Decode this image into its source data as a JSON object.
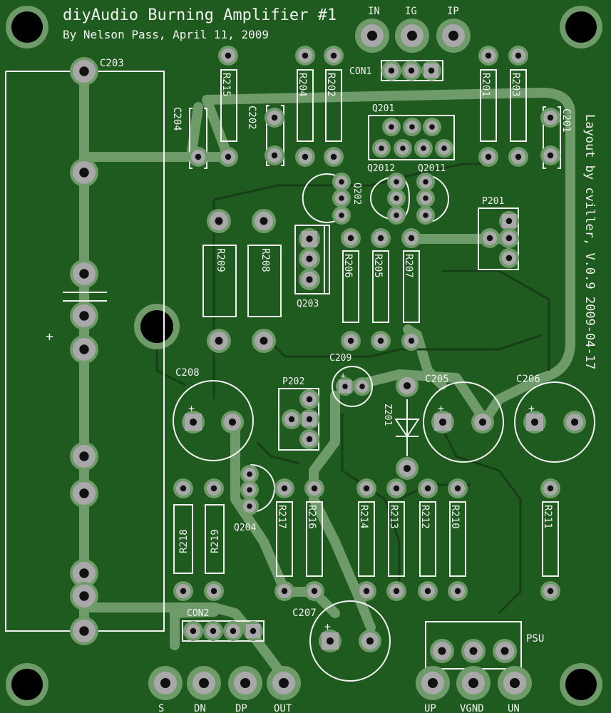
{
  "board": {
    "title": "diyAudio Burning Amplifier #1",
    "subtitle": "By Nelson Pass, April 11, 2009",
    "layout_credit": "Layout by cviller, V.0.9 2009-04-17",
    "colors": {
      "substrate": "#1f5a1f",
      "copper": "#6f9a6a",
      "silkscreen": "#f2f2f2",
      "pad": "#a8a8a8",
      "hole": "#000000"
    }
  },
  "connectors": {
    "top": [
      "IN",
      "IG",
      "IP"
    ],
    "bottom_left": [
      "S",
      "DN",
      "DP",
      "OUT"
    ],
    "bottom_right": [
      "UP",
      "VGND",
      "UN"
    ]
  },
  "refs": {
    "c203": "C203",
    "c204": "C204",
    "c202": "C202",
    "c201": "C201",
    "r215": "R215",
    "r204": "R204",
    "r202": "R202",
    "r201": "R201",
    "r203": "R203",
    "con1": "CON1",
    "q201": "Q201",
    "q2012": "Q2012",
    "q2011": "Q2011",
    "q202": "Q202",
    "p201": "P201",
    "r209": "R209",
    "r208": "R208",
    "q203": "Q203",
    "r206": "R206",
    "r205": "R205",
    "r207": "R207",
    "c209": "C209",
    "c208": "C208",
    "c205": "C205",
    "c206": "C206",
    "p202": "P202",
    "z201": "Z201",
    "q204": "Q204",
    "r218": "R218",
    "r219": "R219",
    "r217": "R217",
    "r216": "R216",
    "r214": "R214",
    "r213": "R213",
    "r212": "R212",
    "r210": "R210",
    "r211": "R211",
    "c207": "C207",
    "con2": "CON2",
    "psu": "PSU"
  },
  "polarity": {
    "plus": "+"
  }
}
